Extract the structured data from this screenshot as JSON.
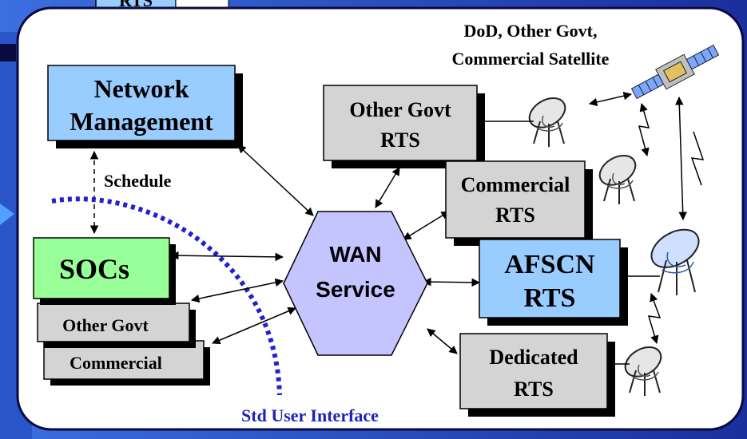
{
  "top_clip": {
    "label": "RTS"
  },
  "satellite_title": {
    "line1": "DoD, Other Govt,",
    "line2": "Commercial Satellite"
  },
  "network_management": {
    "line1": "Network",
    "line2": "Management"
  },
  "schedule_label": "Schedule",
  "socs": {
    "label": "SOCs",
    "other_govt": "Other Govt",
    "commercial": "Commercial"
  },
  "wan": {
    "line1": "WAN",
    "line2": "Service"
  },
  "rts": {
    "other_govt": {
      "line1": "Other Govt",
      "line2": "RTS"
    },
    "commercial": {
      "line1": "Commercial",
      "line2": "RTS"
    },
    "afscn": {
      "line1": "AFSCN",
      "line2": "RTS"
    },
    "dedicated": {
      "line1": "Dedicated",
      "line2": "RTS"
    }
  },
  "std_user_interface": "Std User Interface",
  "colors": {
    "background": "#1a3aa8",
    "panel": "#ffffff",
    "blue_box": "#99ccff",
    "gray_box": "#d4d4d4",
    "green_box": "#99ff99",
    "hexagon": "#c4c4ff",
    "dotted_curve": "#2222cc",
    "shadow": "#000000"
  },
  "icons": [
    "satellite-icon",
    "ground-antenna-icon",
    "lightning-link-icon"
  ]
}
